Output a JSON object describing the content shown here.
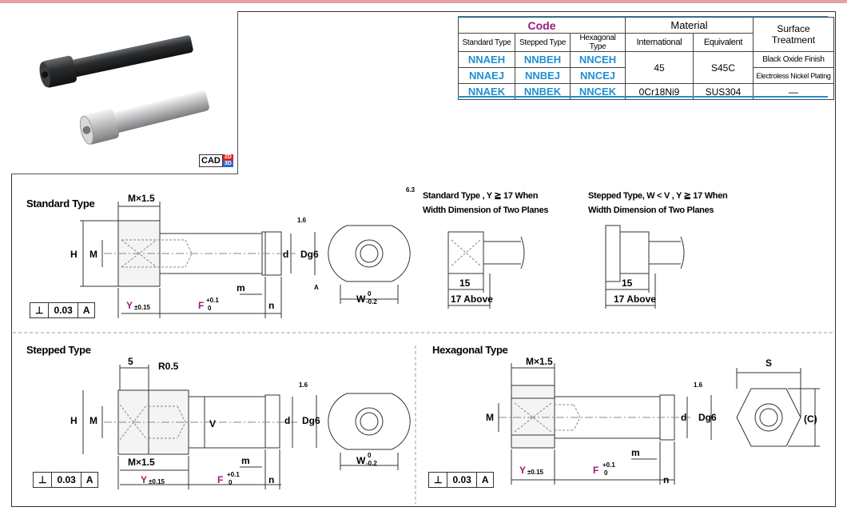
{
  "table": {
    "code_header": "Code",
    "material_header": "Material",
    "surface_header": "Surface Treatment",
    "sub": [
      "Standard Type",
      "Stepped Type",
      "Hexagonal Type",
      "International",
      "Equivalent"
    ],
    "rows": [
      {
        "codes": [
          "NNAEH",
          "NNBEH",
          "NNCEH"
        ]
      },
      {
        "codes": [
          "NNAEJ",
          "NNBEJ",
          "NNCEJ"
        ]
      },
      {
        "codes": [
          "NNAEK",
          "NNBEK",
          "NNCEK"
        ]
      }
    ],
    "mat_45": "45",
    "mat_s45c": "S45C",
    "mat_int3": "0Cr18Ni9",
    "mat_eq3": "SUS304",
    "surf1": "Black Oxide Finish",
    "surf2": "Electroless Nickel Plating",
    "surf3": "—"
  },
  "cad": {
    "label": "CAD",
    "d2": "2D",
    "d3": "3D"
  },
  "sections": {
    "standard": "Standard Type",
    "stepped": "Stepped Type",
    "hexagonal": "Hexagonal Type",
    "note1_l1": "Standard Type , Y ≧ 17 When",
    "note1_l2": "Width Dimension of Two Planes",
    "note2_l1": "Stepped Type, W < V , Y ≧ 17 When",
    "note2_l2": "Width Dimension of Two Planes"
  },
  "tolerance": {
    "symbol": "⊥",
    "value": "0.03",
    "datum": "A"
  },
  "dims": {
    "mx15": "M×1.5",
    "H": "H",
    "M": "M",
    "d": "d",
    "Dg6": "Dg6",
    "m": "m",
    "n": "n",
    "Y": "Y",
    "Ytol": "±0.15",
    "F": "F",
    "Ftol_up": "+0.1",
    "Ftol_lo": "0",
    "W": "W",
    "Wtol_up": "0",
    "Wtol_lo": "-0.2",
    "A": "A",
    "r16": "1.6",
    "r63": "6.3",
    "n15": "15",
    "above17": "17 Above",
    "five": "5",
    "R05": "R0.5",
    "V": "V",
    "S": "S",
    "C": "(C)"
  },
  "colors": {
    "code_blue": "#1e90d0",
    "code_magenta": "#a0187a",
    "dim_magenta": "#a0187a",
    "dim_line": "#333333"
  }
}
